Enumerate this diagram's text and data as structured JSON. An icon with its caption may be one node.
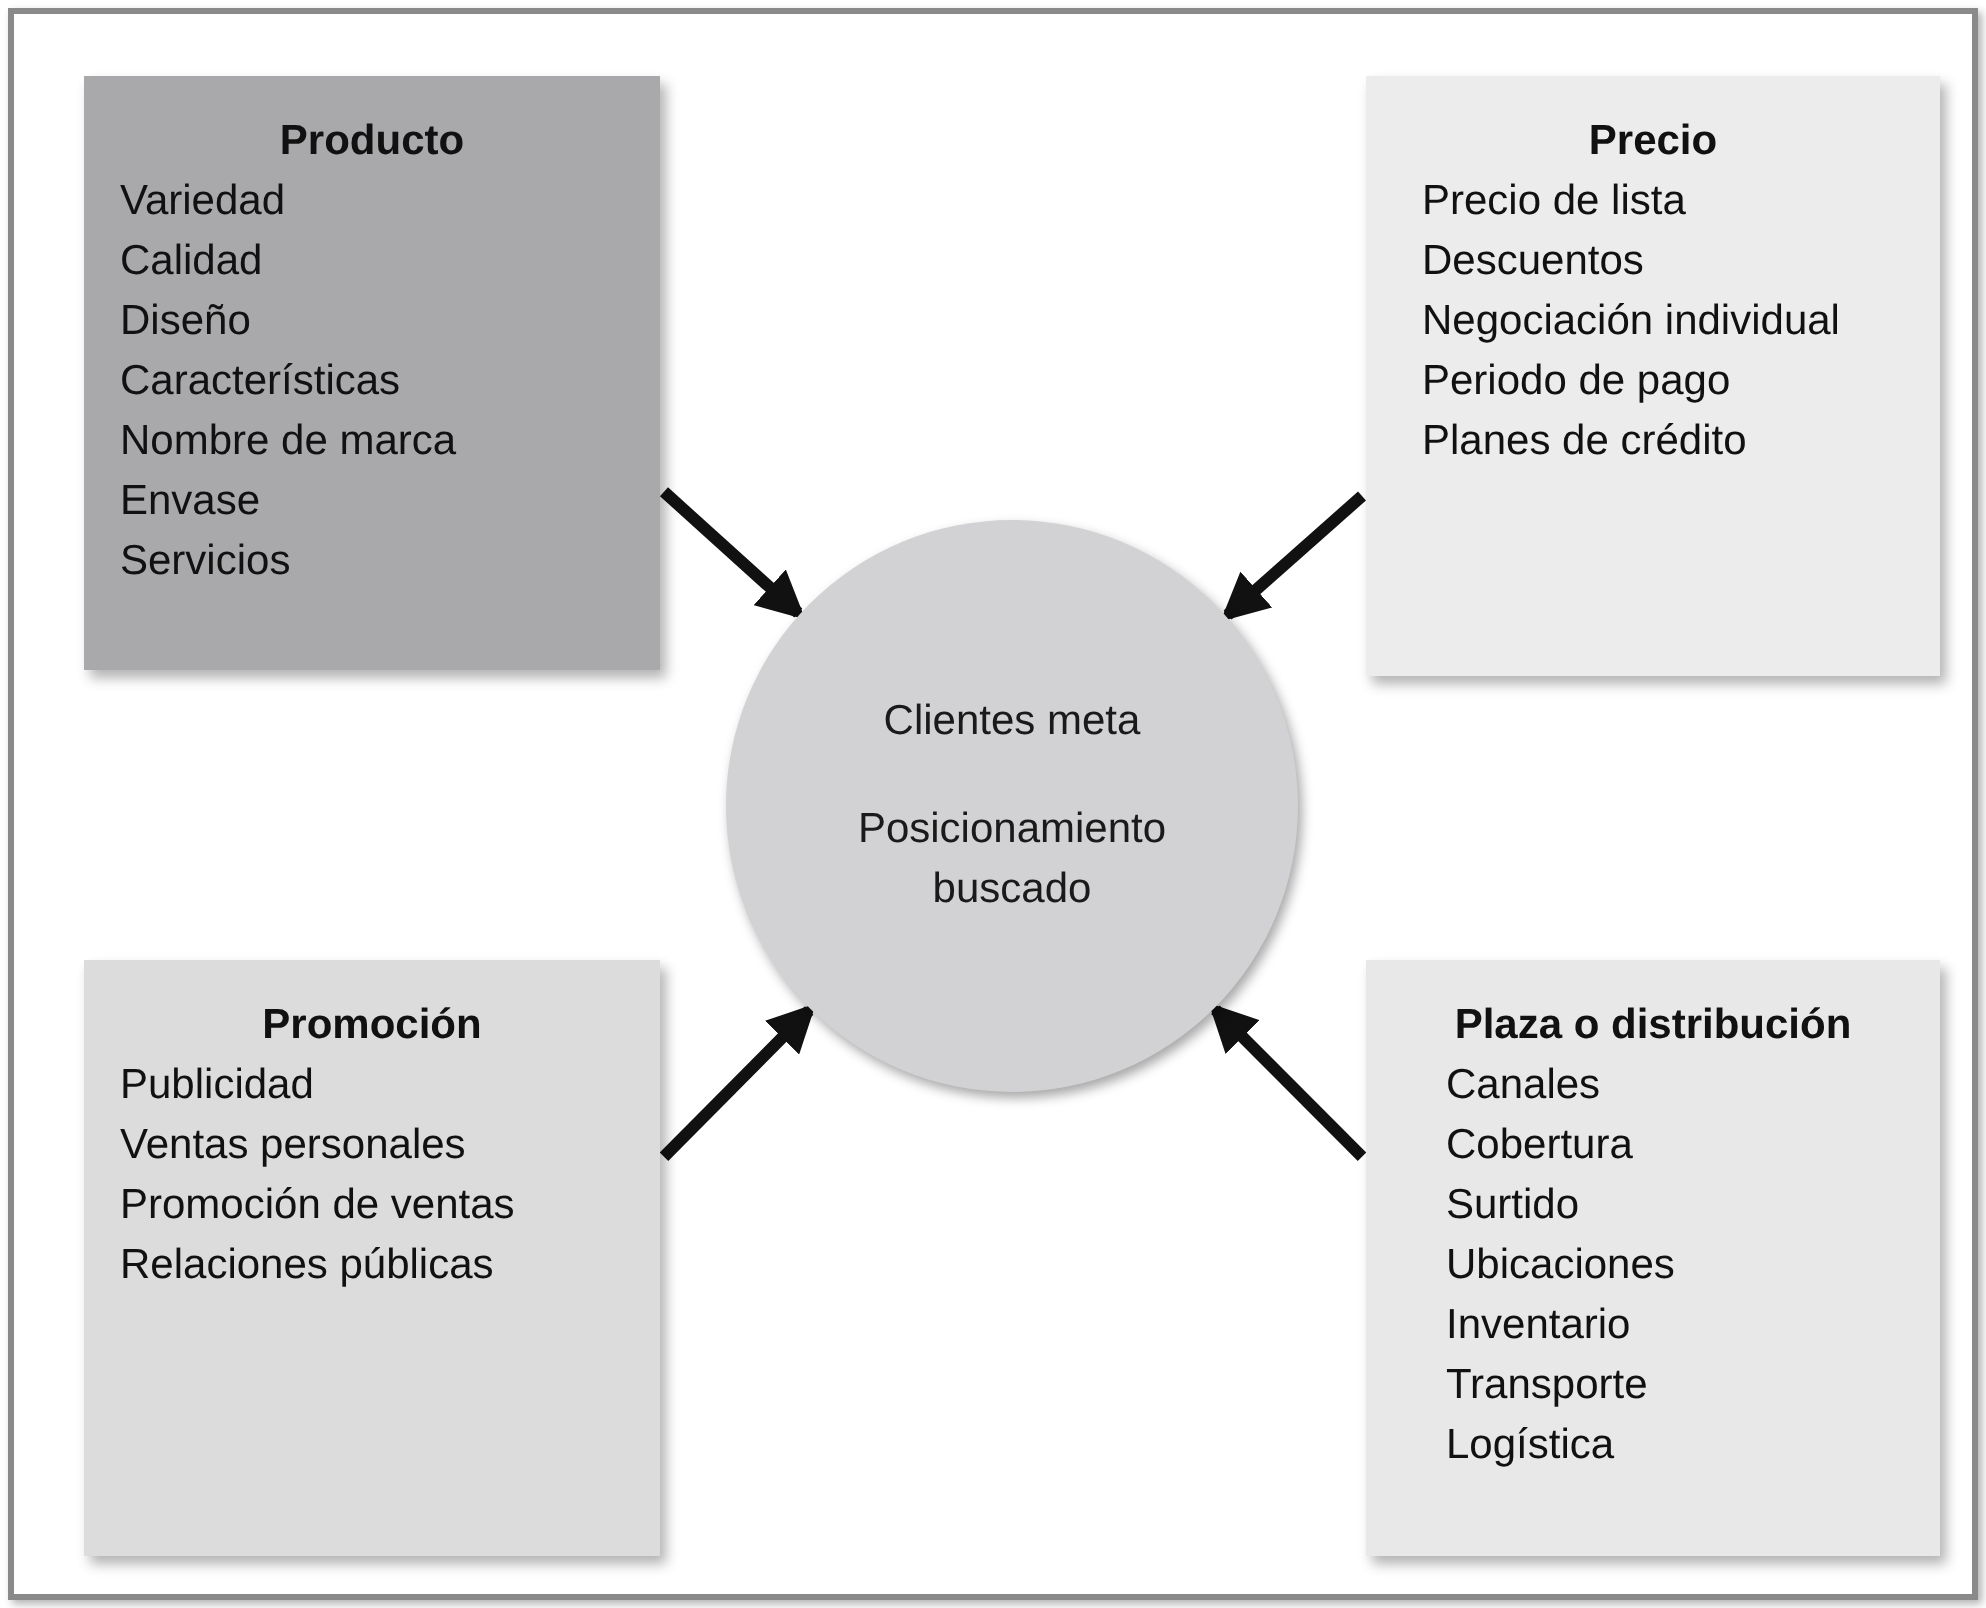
{
  "diagram": {
    "nodes": [
      {
        "text": [
          "Producto",
          "Variedad",
          "Calidad",
          "Diseño",
          "Características",
          "Nombre de marca",
          "Envase",
          "Servicios"
        ]
      },
      {
        "text": [
          "Precio",
          "Precio de lista",
          "Descuentos",
          "Negociación individual",
          "Periodo de pago",
          "Planes de crédito"
        ]
      },
      {
        "text": [
          "Clientes meta",
          "Posicionamiento buscado"
        ]
      },
      {
        "text": [
          "Promoción",
          "Publicidad",
          "Ventas personales",
          "Promoción de ventas",
          "Relaciones públicas"
        ]
      },
      {
        "text": [
          "Plaza o distribución",
          "Canales",
          "Cobertura",
          "Surtido",
          "Ubicaciones",
          "Inventario",
          "Transporte",
          "Logística"
        ]
      }
    ],
    "edges": [
      {
        "from": 0,
        "to": 2,
        "arrow": "to"
      },
      {
        "from": 1,
        "to": 2,
        "arrow": "to"
      },
      {
        "from": 3,
        "to": 2,
        "arrow": "to"
      },
      {
        "from": 4,
        "to": 2,
        "arrow": "to"
      }
    ]
  }
}
